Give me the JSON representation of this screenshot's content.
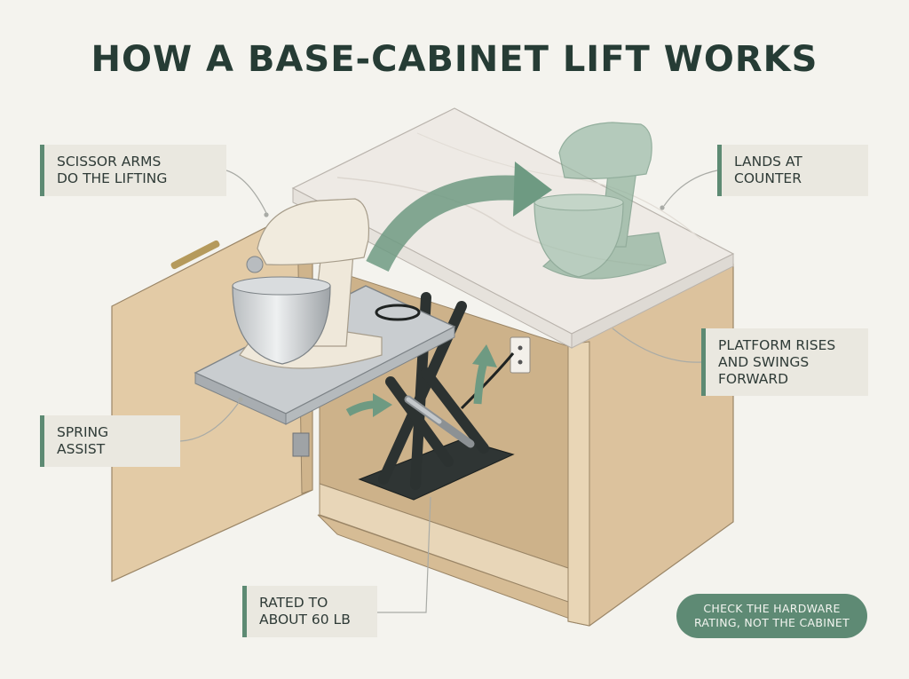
{
  "title": "HOW A BASE-CABINET LIFT WORKS",
  "callouts": {
    "scissor_arms": [
      "SCISSOR ARMS",
      "DO THE LIFTING"
    ],
    "lands_at_counter": [
      "LANDS AT",
      "COUNTER"
    ],
    "platform_rises": [
      "PLATFORM RISES",
      "AND SWINGS",
      "FORWARD"
    ],
    "spring_assist": [
      "SPRING",
      "ASSIST"
    ],
    "rated_to": [
      "RATED TO",
      "ABOUT 60 LB"
    ]
  },
  "tip": [
    "CHECK THE HARDWARE",
    "RATING, NOT THE CABINET"
  ],
  "colors": {
    "accent": "#5d8a73",
    "title": "#263c35",
    "background": "#f4f3ee",
    "wood": "#e4cfae",
    "counter": "#efebe6"
  }
}
